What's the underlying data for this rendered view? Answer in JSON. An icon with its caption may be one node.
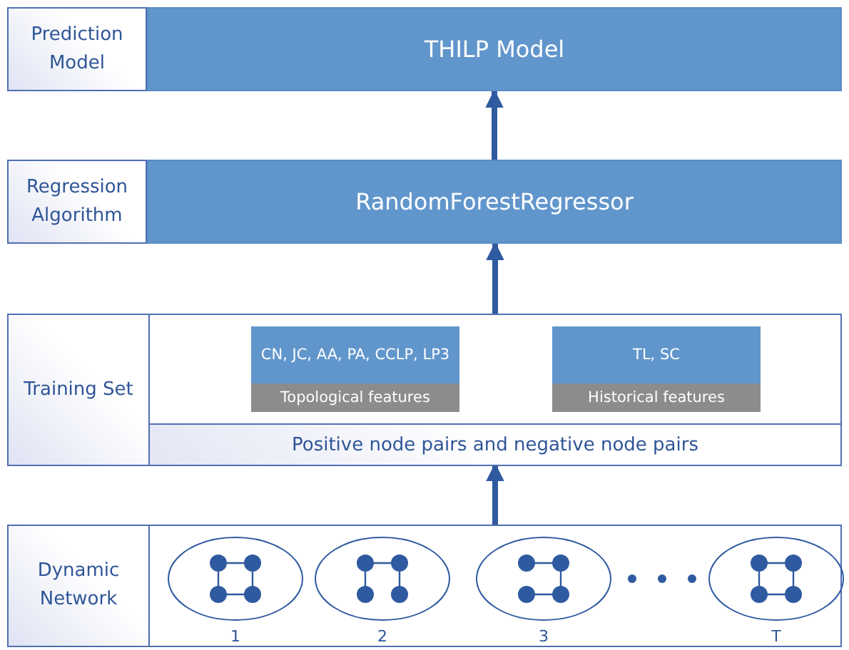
{
  "diagram": {
    "nodes": [
      {
        "text": [
          "Prediction Model"
        ]
      },
      {
        "text": [
          "THILP Model"
        ]
      },
      {
        "text": [
          "Regression Algorithm"
        ]
      },
      {
        "text": [
          "RandomForestRegressor"
        ]
      },
      {
        "text": [
          "Training Set"
        ]
      },
      {
        "text": [],
        "shape": "box"
      },
      {
        "text": [
          "CN, JC, AA, PA, CCLP, LP3",
          "Topological features"
        ],
        "in": 5
      },
      {
        "text": [
          "TL, SC",
          "Historical features"
        ],
        "in": 5
      },
      {
        "text": [
          "Positive node pairs and negative node pairs"
        ],
        "in": 5
      },
      {
        "text": [
          "Dynamic Network"
        ]
      },
      {
        "text": [],
        "shape": "box"
      },
      {
        "text": [],
        "shape": "picture",
        "in": 10,
        "beside": [
          "1"
        ]
      },
      {
        "text": [],
        "shape": "picture",
        "in": 10,
        "beside": [
          "2"
        ]
      },
      {
        "text": [],
        "shape": "picture",
        "in": 10,
        "beside": [
          "3"
        ]
      },
      {
        "text": [],
        "shape": "picture",
        "in": 10,
        "beside": [
          "T"
        ]
      }
    ],
    "edges": [
      {
        "from": 10,
        "to": 8,
        "arrow": "to"
      },
      {
        "from": 5,
        "to": 3,
        "arrow": "to"
      },
      {
        "from": 3,
        "to": 1,
        "arrow": "to"
      }
    ]
  }
}
